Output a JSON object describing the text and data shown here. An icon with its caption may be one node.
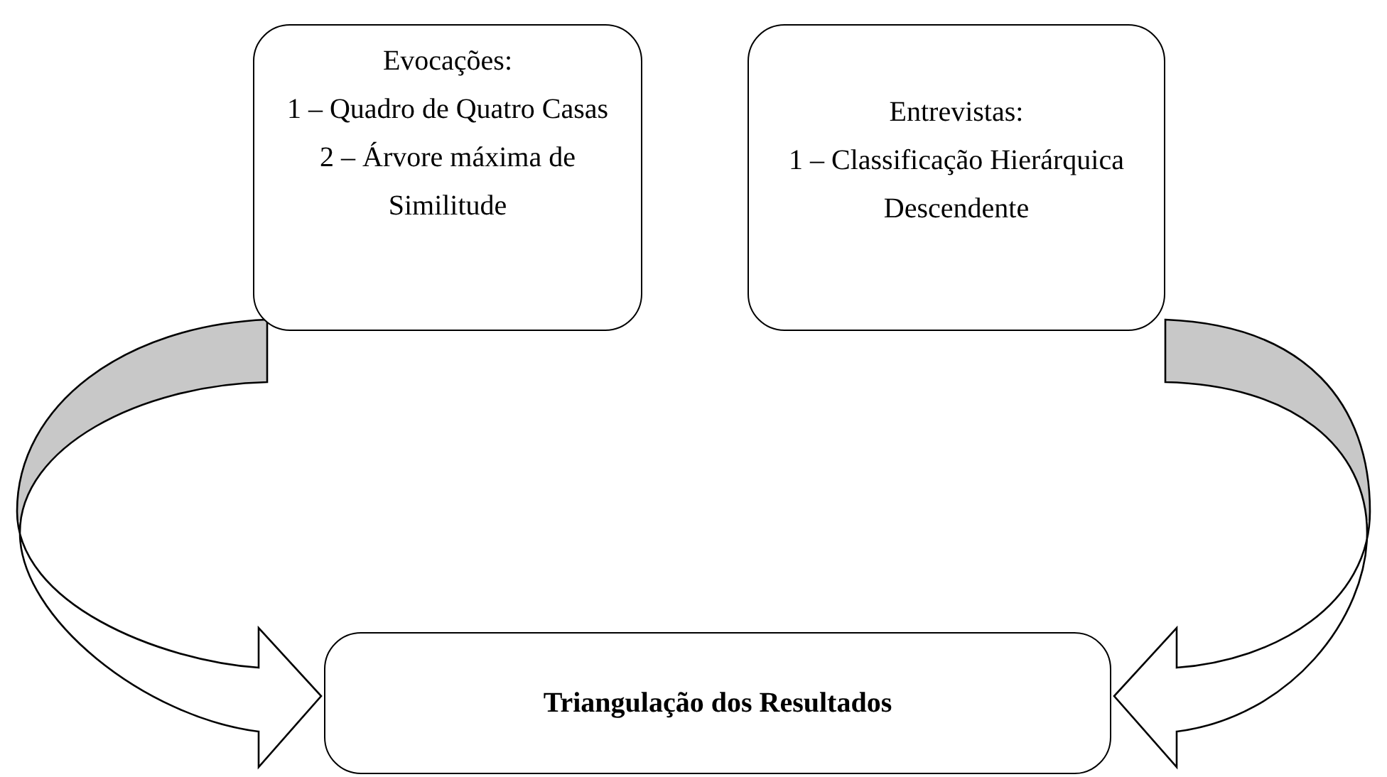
{
  "diagram": {
    "nodes": [
      {
        "text": [
          "Evocações:",
          "1 – Quadro de Quatro Casas",
          "2 – Árvore máxima de Similitude"
        ]
      },
      {
        "text": [
          "Entrevistas:",
          "1 – Classificação Hierárquica Descendente"
        ]
      },
      {
        "text": [
          "Triangulação dos Resultados"
        ]
      }
    ],
    "edges": [
      {
        "from": 0,
        "to": 2,
        "arrow": "to"
      },
      {
        "from": 1,
        "to": 2,
        "arrow": "to"
      }
    ]
  }
}
